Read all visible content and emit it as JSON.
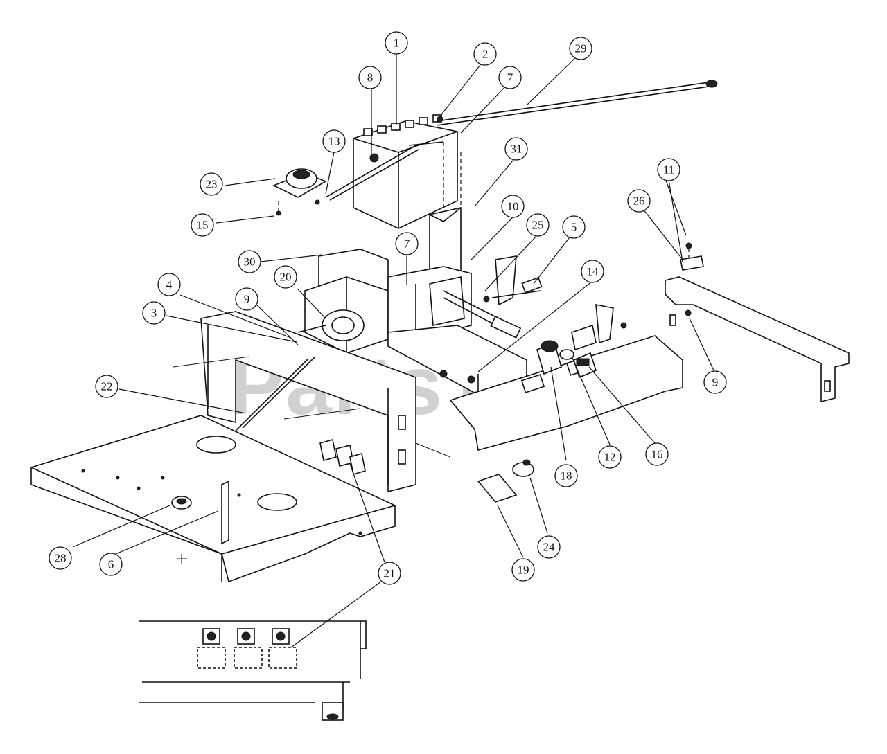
{
  "watermark": {
    "text": "PartsTree",
    "trademark": "™"
  },
  "callouts": [
    {
      "id": "callout-1",
      "label": "1"
    },
    {
      "id": "callout-2",
      "label": "2"
    },
    {
      "id": "callout-3",
      "label": "3"
    },
    {
      "id": "callout-4",
      "label": "4"
    },
    {
      "id": "callout-5",
      "label": "5"
    },
    {
      "id": "callout-6",
      "label": "6"
    },
    {
      "id": "callout-7a",
      "label": "7"
    },
    {
      "id": "callout-7b",
      "label": "7"
    },
    {
      "id": "callout-8",
      "label": "8"
    },
    {
      "id": "callout-9a",
      "label": "9"
    },
    {
      "id": "callout-9b",
      "label": "9"
    },
    {
      "id": "callout-10",
      "label": "10"
    },
    {
      "id": "callout-11",
      "label": "11"
    },
    {
      "id": "callout-12",
      "label": "12"
    },
    {
      "id": "callout-13",
      "label": "13"
    },
    {
      "id": "callout-14",
      "label": "14"
    },
    {
      "id": "callout-15",
      "label": "15"
    },
    {
      "id": "callout-16",
      "label": "16"
    },
    {
      "id": "callout-18",
      "label": "18"
    },
    {
      "id": "callout-19",
      "label": "19"
    },
    {
      "id": "callout-20",
      "label": "20"
    },
    {
      "id": "callout-21a",
      "label": "21"
    },
    {
      "id": "callout-21b",
      "label": "21"
    },
    {
      "id": "callout-22",
      "label": "22"
    },
    {
      "id": "callout-23",
      "label": "23"
    },
    {
      "id": "callout-24",
      "label": "24"
    },
    {
      "id": "callout-25",
      "label": "25"
    },
    {
      "id": "callout-26",
      "label": "26"
    },
    {
      "id": "callout-28",
      "label": "28"
    },
    {
      "id": "callout-29",
      "label": "29"
    },
    {
      "id": "callout-30",
      "label": "30"
    },
    {
      "id": "callout-31",
      "label": "31"
    }
  ]
}
